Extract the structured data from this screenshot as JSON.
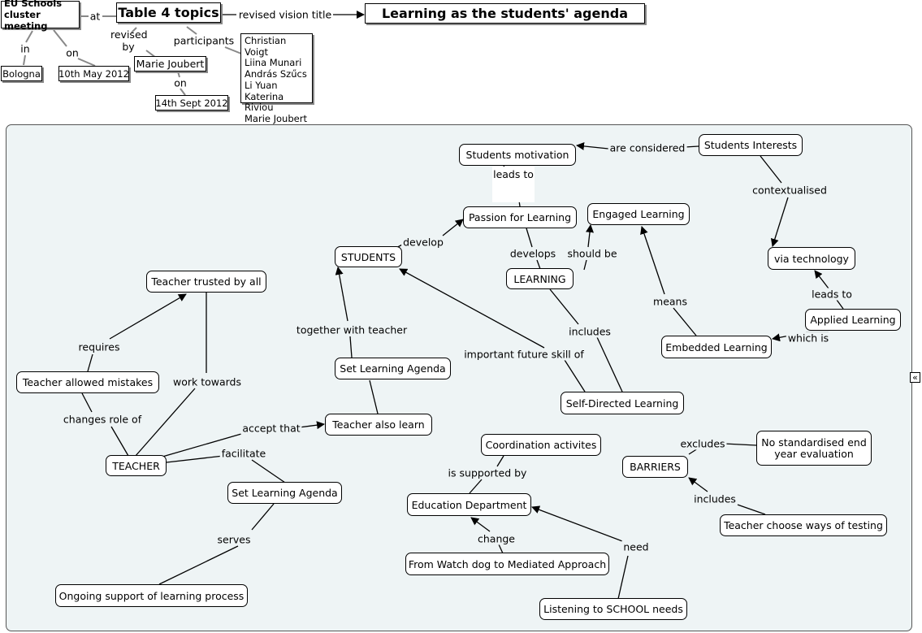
{
  "header": {
    "nodes": {
      "eu_schools": "EU Schools cluster meeting",
      "table4": "Table 4 topics",
      "vision": "Learning as the students' agenda",
      "bologna": "Bologna",
      "date_may": "10th May 2012",
      "marie": "Marie Joubert",
      "date_sept": "14th Sept 2012",
      "participants": [
        "Christian Voigt",
        "Liina Munari",
        "András Szűcs",
        "Li Yuan",
        "Katerina Riviou",
        "Marie Joubert"
      ]
    },
    "labels": {
      "at": "at",
      "in": "in",
      "on1": "on",
      "revised_by": "revised by",
      "participants": "participants",
      "revised_vision": "revised vision title",
      "on2": "on"
    }
  },
  "map": {
    "nodes": {
      "students_motivation": "Students motivation",
      "students_interests": "Students Interests",
      "passion": "Passion for Learning",
      "engaged": "Engaged Learning",
      "students": "STUDENTS",
      "learning": "LEARNING",
      "via_tech": "via technology",
      "teacher_trusted": "Teacher trusted by all",
      "applied": "Applied Learning",
      "embedded": "Embedded Learning",
      "set_agenda_1": "Set Learning Agenda",
      "teacher_mistakes": "Teacher allowed mistakes",
      "self_directed": "Self-Directed Learning",
      "teacher_learn": "Teacher also learn",
      "coordination": "Coordination activites",
      "no_standard": "No standardised end year evaluation",
      "teacher": "TEACHER",
      "barriers": "BARRIERS",
      "set_agenda_2": "Set Learning Agenda",
      "education_dept": "Education Department",
      "testing": "Teacher choose ways of testing",
      "watch_dog": "From Watch dog to Mediated Approach",
      "ongoing": "Ongoing support of learning process",
      "listening": "Listening to SCHOOL needs"
    },
    "labels": {
      "are_considered": "are considered",
      "leads_to_1": "leads to",
      "contextualised": "contextualised",
      "develop": "develop",
      "develops": "develops",
      "should_be": "should be",
      "means": "means",
      "leads_to_2": "leads to",
      "which_is": "which is",
      "together": "together with teacher",
      "includes_1": "includes",
      "important": "important future skill of",
      "requires": "requires",
      "work_towards": "work towards",
      "changes_role": "changes role of",
      "accept_that": "accept that",
      "facilitate": "facilitate",
      "supported_by": "is supported by",
      "excludes": "excludes",
      "includes_2": "includes",
      "serves": "serves",
      "change": "change",
      "need": "need"
    }
  },
  "ui": {
    "collapse_icon": "«"
  }
}
